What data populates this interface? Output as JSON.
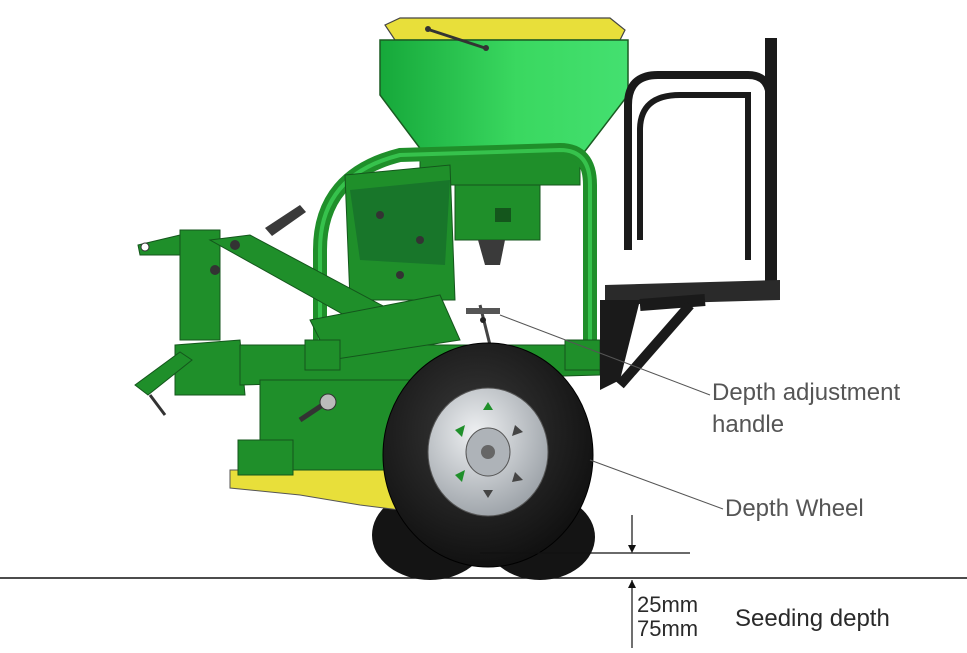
{
  "labels": {
    "depth_adjustment_handle": [
      "Depth adjustment",
      "handle"
    ],
    "depth_wheel": "Depth Wheel",
    "depth_range": [
      "25mm",
      "75mm"
    ],
    "seeding_depth": "Seeding depth"
  },
  "colors": {
    "frame_green": "#1f8f2a",
    "hopper_green": "#37d45a",
    "accent_yellow": "#e8df3a",
    "tyre_dark": "#1c1c1c",
    "rim_silver": "#c9ccd0",
    "steel_black": "#222222",
    "callout_line": "#555555"
  }
}
